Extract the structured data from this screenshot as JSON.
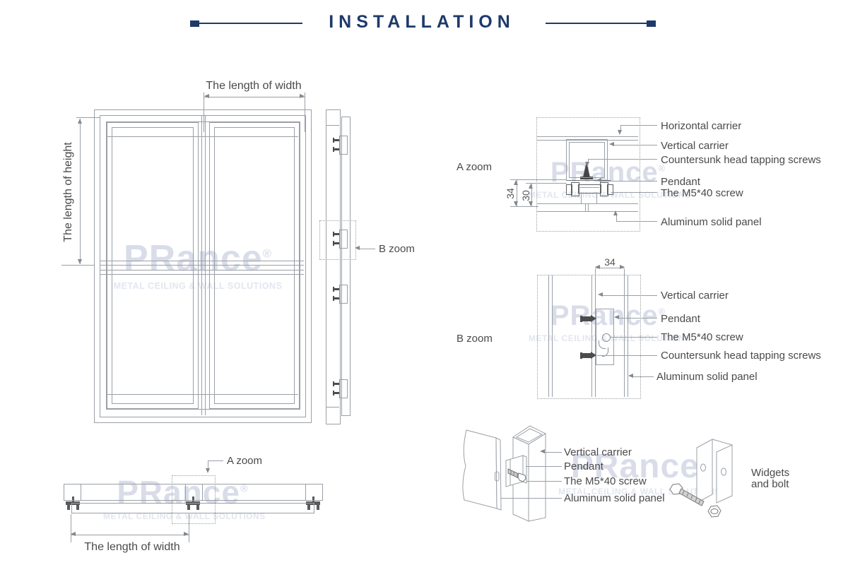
{
  "title": "INSTALLATION",
  "watermark": {
    "logo": "PRance",
    "reg": "®",
    "subtitle": "METAL CEILING & WALL SOLUTIONS"
  },
  "front_view": {
    "width_label": "The length of width",
    "height_label": "The length of height"
  },
  "side_view": {
    "b_zoom_label": "B zoom"
  },
  "top_view": {
    "a_zoom_label": "A zoom",
    "width_label": "The length of width"
  },
  "detail_a": {
    "title": "A zoom",
    "dims": [
      "34",
      "30"
    ],
    "labels": [
      "Horizontal carrier",
      "Vertical carrier",
      "Countersunk head tapping screws",
      "Pendant",
      "The M5*40 screw",
      "Aluminum solid panel"
    ]
  },
  "detail_b": {
    "title": "B zoom",
    "dim": "34",
    "labels": [
      "Vertical carrier",
      "Pendant",
      "The M5*40 screw",
      "Countersunk head tapping screws",
      "Aluminum solid panel"
    ]
  },
  "exploded": {
    "labels": [
      "Vertical carrier",
      "Pendant",
      "The M5*40 screw",
      "Aluminum solid panel"
    ],
    "widgets": [
      "Widgets",
      "and bolt"
    ]
  },
  "colors": {
    "accent_navy": "#1e3a6b",
    "drawing_line": "#9aa0a6",
    "label_text": "#4a4a4a",
    "watermark": "#d9dde9"
  }
}
